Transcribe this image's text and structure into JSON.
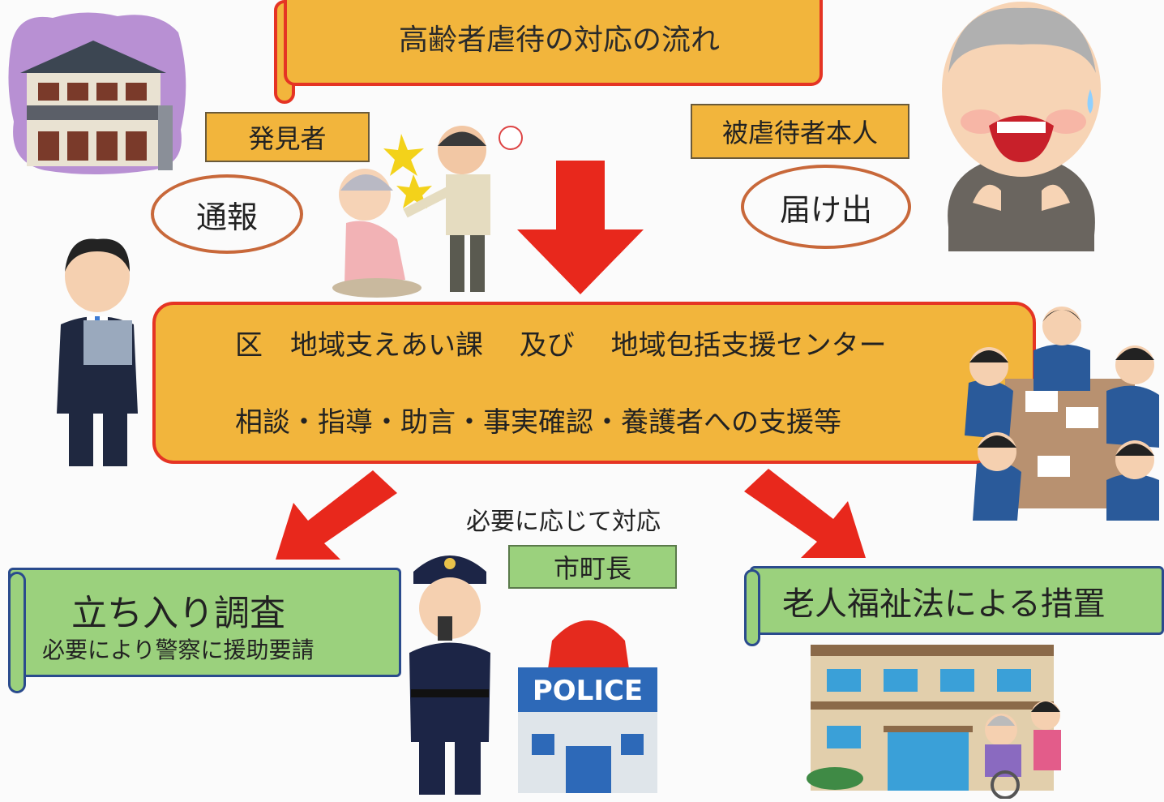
{
  "title": "高齢者虐待の対応の流れ",
  "reporter": {
    "label": "発見者",
    "action": "通報"
  },
  "victim": {
    "label": "被虐待者本人",
    "action": "届け出"
  },
  "center": {
    "line1": "区　地域支えあい課　 及び　 地域包括支援センター",
    "line2": "相談・指導・助言・事実確認・養護者への支援等"
  },
  "as_needed": "必要に応じて対応",
  "mayor": "市町長",
  "left_outcome": {
    "title": "立ち入り調査",
    "subtitle": "必要により警察に援助要請"
  },
  "right_outcome": {
    "title": "老人福祉法による措置"
  },
  "police_sign": "POLICE",
  "colors": {
    "orange": "#f2b53c",
    "red": "#e53424",
    "green": "#9bd17d",
    "navy": "#2a4b8d",
    "arrow": "#e8281c"
  }
}
